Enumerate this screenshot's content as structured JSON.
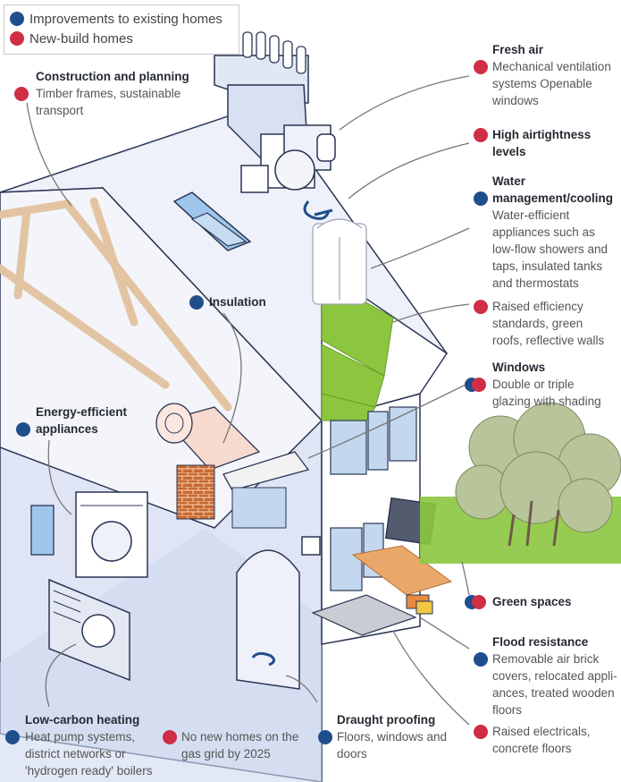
{
  "legend": {
    "improvements": "Improvements to existing homes",
    "new_build": "New-build homes"
  },
  "colors": {
    "existing": "#1f4e8c",
    "new_build": "#cf2e46",
    "house_blue": "#dde4f3",
    "green": "#8cc63f",
    "wood": "#e8c9a0"
  },
  "labels": {
    "construction": {
      "title": "Construction and planning",
      "desc": "Timber frames, sustainable transport"
    },
    "fresh_air": {
      "title": "Fresh air",
      "desc": "Mechanical ventilation systems Openable windows"
    },
    "airtightness": {
      "title": "High airtightness levels"
    },
    "water": {
      "title": "Water management/cooling",
      "desc": "Water-efficient appliances such as low-flow showers and taps, insulated tanks and thermostats"
    },
    "water_new": {
      "desc": "Raised efficiency standards, green roofs, reflective walls"
    },
    "insulation": {
      "title": "Insulation"
    },
    "windows": {
      "title": "Windows",
      "desc": "Double or triple glazing with shading"
    },
    "appliances": {
      "title": "Energy-efficient appliances"
    },
    "green_spaces": {
      "title": "Green spaces"
    },
    "flood": {
      "title": "Flood resistance",
      "desc": "Removable air brick covers, relocated appli-ances, treated wooden floors"
    },
    "flood_new": {
      "desc": "Raised electricals, concrete floors"
    },
    "heating": {
      "title": "Low-carbon heating",
      "desc": "Heat pump systems, district networks or 'hydrogen ready' boilers"
    },
    "gas_grid": {
      "desc": "No new homes on the gas grid by 2025"
    },
    "draught": {
      "title": "Draught proofing",
      "desc": "Floors, windows and doors"
    }
  }
}
